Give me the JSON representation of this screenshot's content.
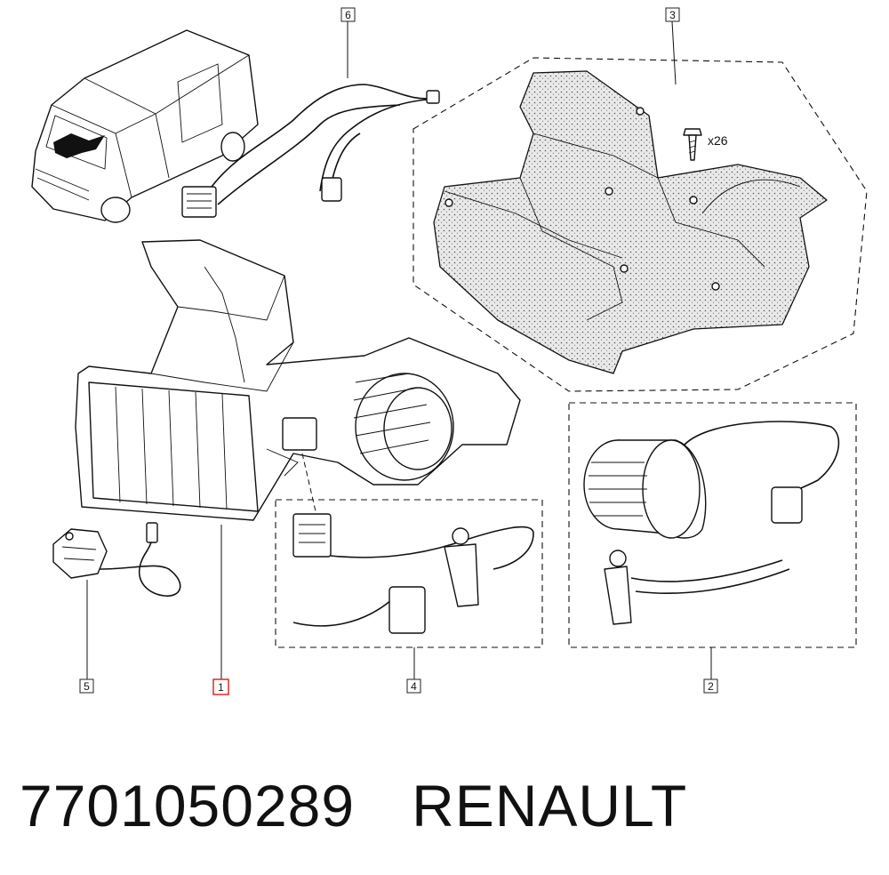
{
  "callouts": [
    {
      "id": "1",
      "label": "1",
      "highlighted": true
    },
    {
      "id": "2",
      "label": "2",
      "highlighted": false
    },
    {
      "id": "3",
      "label": "3",
      "highlighted": false
    },
    {
      "id": "4",
      "label": "4",
      "highlighted": false
    },
    {
      "id": "5",
      "label": "5",
      "highlighted": false
    },
    {
      "id": "6",
      "label": "6",
      "highlighted": false
    }
  ],
  "fastener_quantity": "x26",
  "part_number": "7701050289",
  "brand": "RENAULT",
  "colors": {
    "highlight": "#e0161b",
    "ink": "#111111",
    "background": "#ffffff"
  }
}
